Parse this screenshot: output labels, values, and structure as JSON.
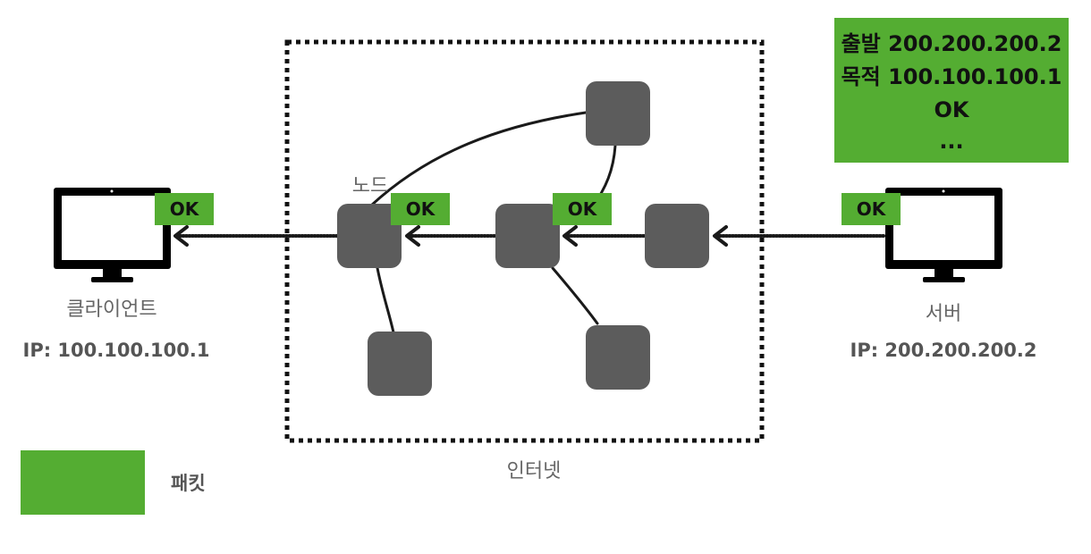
{
  "client": {
    "label": "클라이언트",
    "ip": "IP: 100.100.100.1"
  },
  "server": {
    "label": "서버",
    "ip": "IP: 200.200.200.2"
  },
  "internet": {
    "label": "인터넷"
  },
  "node": {
    "label": "노드"
  },
  "packet_text": "OK",
  "packet_info": {
    "line1": "출발 200.200.200.2",
    "line2": "목적 100.100.100.1",
    "line3": "OK",
    "line4": "..."
  },
  "legend": {
    "label": "패킷"
  },
  "colors": {
    "packet": "#54ad32",
    "node": "#5c5c5c",
    "monitor": "#000000"
  }
}
